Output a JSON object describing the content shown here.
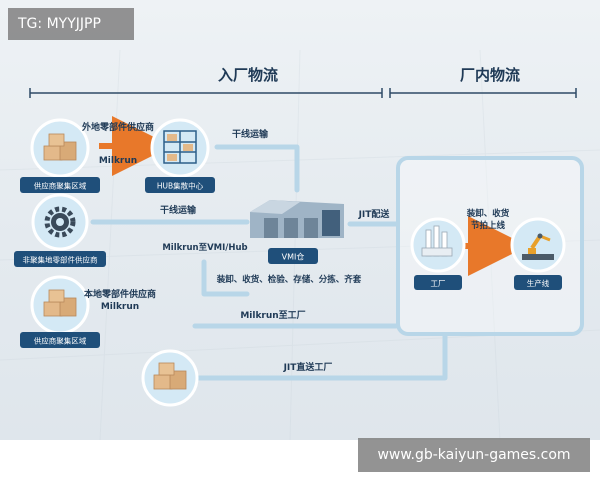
{
  "watermark_top": "TG: MYYJJPP",
  "watermark_bottom": "www.gb-kaiyun-games.com",
  "headings": {
    "inbound": "入厂物流",
    "inplant": "厂内物流"
  },
  "nodes": {
    "supplier_cluster_1": "供应商聚集区域",
    "hub": "HUB集散中心",
    "nonclustered": "非聚集地零部件供应商",
    "supplier_cluster_2": "供应商聚集区域",
    "vmi": "VMI仓",
    "factory": "工厂",
    "production_line": "生产线"
  },
  "labels": {
    "remote_parts": "外地零部件供应商",
    "milkrun_1": "Milkrun",
    "trunk_1": "干线运输",
    "trunk_2": "干线运输",
    "milkrun_vmi_hub": "Milkrun至VMI/Hub",
    "vmi_ops": "装卸、收货、检验、存储、分拣、齐套",
    "local_parts": "本地零部件供应商",
    "milkrun_2": "Milkrun",
    "milkrun_factory": "Milkrun至工厂",
    "jit_delivery": "JIT配送",
    "unload_1": "装卸、收货",
    "unload_2": "节拍上线",
    "jit_direct": "JIT直送工厂"
  },
  "colors": {
    "accent": "#1f4f7a",
    "line": "#b8d6e8",
    "arrow": "#e8782a",
    "icon_bg": "#d4e9f5"
  }
}
